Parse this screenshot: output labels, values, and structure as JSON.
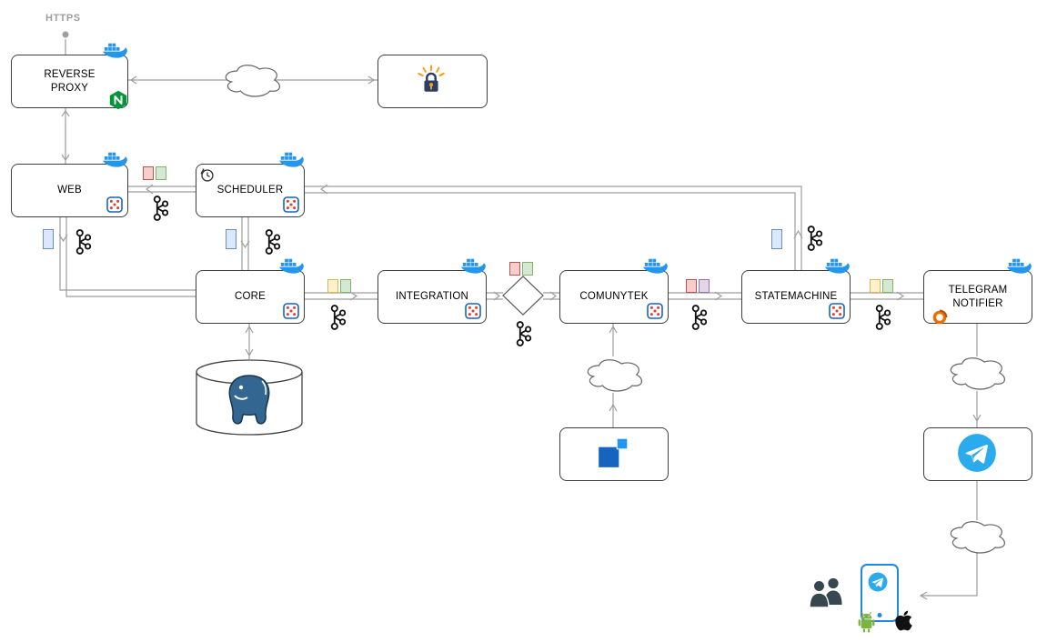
{
  "diagram": {
    "edge_labels": {
      "https": "HTTPS"
    },
    "nodes": [
      {
        "id": "reverse-proxy",
        "label": "REVERSE PROXY",
        "icons": [
          "docker-icon",
          "nginx-icon"
        ]
      },
      {
        "id": "certificate",
        "label": "",
        "icons": [
          "lets-encrypt-lock-icon"
        ]
      },
      {
        "id": "web",
        "label": "WEB",
        "icons": [
          "docker-icon",
          "dice-icon"
        ]
      },
      {
        "id": "scheduler",
        "label": "SCHEDULER",
        "icons": [
          "clock-icon",
          "docker-icon",
          "dice-icon"
        ]
      },
      {
        "id": "core",
        "label": "CORE",
        "icons": [
          "docker-icon",
          "dice-icon"
        ]
      },
      {
        "id": "integration",
        "label": "INTEGRATION",
        "icons": [
          "docker-icon",
          "dice-icon"
        ]
      },
      {
        "id": "comunytek",
        "label": "COMUNYTEK",
        "icons": [
          "docker-icon",
          "dice-icon"
        ]
      },
      {
        "id": "statemachine",
        "label": "STATEMACHINE",
        "icons": [
          "docker-icon",
          "dice-icon"
        ]
      },
      {
        "id": "telegram-notifier",
        "label": "TELEGRAM NOTIFIER",
        "icons": [
          "docker-icon",
          "swirl-icon"
        ]
      },
      {
        "id": "database",
        "label": "",
        "icons": [
          "postgresql-icon"
        ]
      },
      {
        "id": "external-system",
        "label": "",
        "icons": [
          "squares-logo-icon"
        ]
      },
      {
        "id": "telegram",
        "label": "",
        "icons": [
          "telegram-icon"
        ]
      }
    ],
    "connections": [
      {
        "from": "https-endpoint",
        "to": "reverse-proxy"
      },
      {
        "from": "reverse-proxy",
        "to": "certificate",
        "style": "bidirectional",
        "via": "cloud"
      },
      {
        "from": "reverse-proxy",
        "to": "web",
        "style": "bidirectional"
      },
      {
        "from": "scheduler",
        "to": "web",
        "markers": [
          "queue-red-green",
          "kafka"
        ]
      },
      {
        "from": "statemachine",
        "to": "scheduler",
        "markers": [
          "queue-blue",
          "kafka"
        ]
      },
      {
        "from": "web",
        "to": "core",
        "markers": [
          "queue-blue",
          "kafka"
        ]
      },
      {
        "from": "scheduler",
        "to": "core",
        "markers": [
          "queue-blue",
          "kafka"
        ]
      },
      {
        "from": "core",
        "to": "database",
        "style": "bidirectional"
      },
      {
        "from": "core",
        "to": "integration",
        "markers": [
          "queue-yellow-green",
          "kafka"
        ]
      },
      {
        "from": "integration",
        "to": "comunytek",
        "via": "decision-diamond",
        "markers": [
          "queue-red-green",
          "kafka"
        ]
      },
      {
        "from": "comunytek",
        "to": "statemachine",
        "markers": [
          "queue-red-purple",
          "kafka"
        ]
      },
      {
        "from": "external-system",
        "to": "comunytek",
        "via": "cloud"
      },
      {
        "from": "statemachine",
        "to": "telegram-notifier",
        "markers": [
          "queue-yellow-green",
          "kafka"
        ]
      },
      {
        "from": "telegram-notifier",
        "to": "telegram",
        "via": "cloud"
      },
      {
        "from": "telegram",
        "to": "users-devices",
        "via": "cloud"
      }
    ],
    "icons": {
      "docker-icon": "blue docker whale with containers",
      "nginx-icon": "green nginx hexagon with white N",
      "lets-encrypt-lock-icon": "dark padlock with orange rays",
      "clock-icon": "scheduler clock with circular arrow",
      "dice-icon": "blue-bordered square with five red dots",
      "kafka-icon": "kafka circles-and-links glyph",
      "queue-red-green-icon": "paired red and green cells",
      "queue-yellow-green-icon": "paired yellow and green cells",
      "queue-red-purple-icon": "paired red and purple cells",
      "queue-blue-icon": "single blue cell",
      "cloud-shape": "network cloud outline",
      "decision-diamond": "branch diamond",
      "postgresql-icon": "postgres elephant inside database cylinder",
      "squares-logo-icon": "two blue squares logo",
      "swirl-icon": "orange swirl badge",
      "telegram-icon": "white paper plane in blue circle",
      "users-icon": "two user silhouettes",
      "smartphone-icon": "phone with telegram app",
      "android-icon": "green android robot",
      "apple-icon": "black apple logo"
    },
    "colors": {
      "connector": "#9e9e9e",
      "docker": "#2496ed",
      "nginx": "#009639",
      "lock_body": "#2c3e66",
      "lock_rays": "#f9a01b",
      "dice_border": "#1565c0",
      "dice_dots": "#e53935",
      "kafka": "#111111",
      "bar_red": "#f8cecc",
      "bar_green": "#d5e8d4",
      "bar_yellow": "#fff2cc",
      "bar_purple": "#e1d5e7",
      "bar_blue": "#dae8fc",
      "postgres": "#336791",
      "telegram": "#2aabee",
      "squares_logo": "#1565c0",
      "swirl": "#ef6c00",
      "android": "#7cb342",
      "users": "#37474f"
    }
  }
}
